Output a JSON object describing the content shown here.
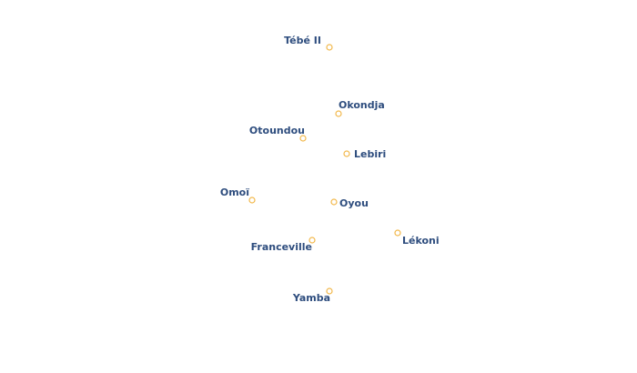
{
  "map": {
    "places": [
      {
        "name": "Tébé II"
      },
      {
        "name": "Okondja"
      },
      {
        "name": "Otoundou"
      },
      {
        "name": "Lebiri"
      },
      {
        "name": "Omoï"
      },
      {
        "name": "Oyou"
      },
      {
        "name": "Lékoni"
      },
      {
        "name": "Franceville"
      },
      {
        "name": "Yamba"
      }
    ],
    "colors": {
      "label": "#2e4d7e",
      "label_halo": "#ffffff",
      "marker": "#f2b84b",
      "background": "#ffffff"
    }
  }
}
